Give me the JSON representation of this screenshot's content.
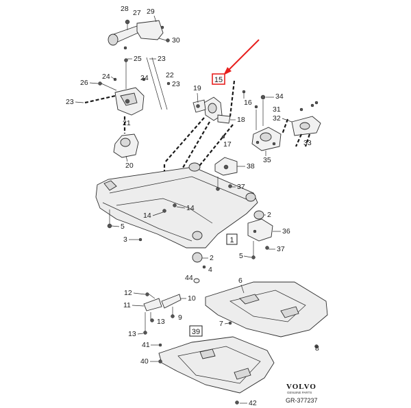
{
  "callouts": [
    {
      "id": "c28",
      "text": "28"
    },
    {
      "id": "c27",
      "text": "27"
    },
    {
      "id": "c29",
      "text": "29"
    },
    {
      "id": "c30",
      "text": "30"
    },
    {
      "id": "c25",
      "text": "25"
    },
    {
      "id": "c23a",
      "text": "23"
    },
    {
      "id": "c24a",
      "text": "24"
    },
    {
      "id": "c26",
      "text": "26"
    },
    {
      "id": "c24b",
      "text": "24"
    },
    {
      "id": "c22",
      "text": "22"
    },
    {
      "id": "c23b",
      "text": "23"
    },
    {
      "id": "c23c",
      "text": "23"
    },
    {
      "id": "c21",
      "text": "21"
    },
    {
      "id": "c20",
      "text": "20"
    },
    {
      "id": "c19",
      "text": "19"
    },
    {
      "id": "c16",
      "text": "16"
    },
    {
      "id": "c18",
      "text": "18"
    },
    {
      "id": "c17",
      "text": "17"
    },
    {
      "id": "c34",
      "text": "34"
    },
    {
      "id": "c31",
      "text": "31"
    },
    {
      "id": "c32",
      "text": "32"
    },
    {
      "id": "c33",
      "text": "33"
    },
    {
      "id": "c35",
      "text": "35"
    },
    {
      "id": "c38",
      "text": "38"
    },
    {
      "id": "c37a",
      "text": "37"
    },
    {
      "id": "c14a",
      "text": "14"
    },
    {
      "id": "c14b",
      "text": "14"
    },
    {
      "id": "c5a",
      "text": "5"
    },
    {
      "id": "c3",
      "text": "3"
    },
    {
      "id": "c2a",
      "text": "2"
    },
    {
      "id": "c36",
      "text": "36"
    },
    {
      "id": "c5b",
      "text": "5"
    },
    {
      "id": "c37b",
      "text": "37"
    },
    {
      "id": "c2b",
      "text": "2"
    },
    {
      "id": "c44",
      "text": "44"
    },
    {
      "id": "c4",
      "text": "4"
    },
    {
      "id": "c6",
      "text": "6"
    },
    {
      "id": "c12",
      "text": "12"
    },
    {
      "id": "c10",
      "text": "10"
    },
    {
      "id": "c11",
      "text": "11"
    },
    {
      "id": "c13a",
      "text": "13"
    },
    {
      "id": "c9",
      "text": "9"
    },
    {
      "id": "c7",
      "text": "7"
    },
    {
      "id": "c13b",
      "text": "13"
    },
    {
      "id": "c8",
      "text": "8"
    },
    {
      "id": "c41",
      "text": "41"
    },
    {
      "id": "c40",
      "text": "40"
    },
    {
      "id": "c42",
      "text": "42"
    }
  ],
  "boxed": {
    "p15": "15",
    "p1": "1",
    "p39": "39"
  },
  "brand": {
    "name": "VOLVO",
    "tagline": "GENUINE PARTS",
    "reference": "GR-377237"
  },
  "colors": {
    "highlight": "#e8201e",
    "ink": "#1a1a1a"
  }
}
